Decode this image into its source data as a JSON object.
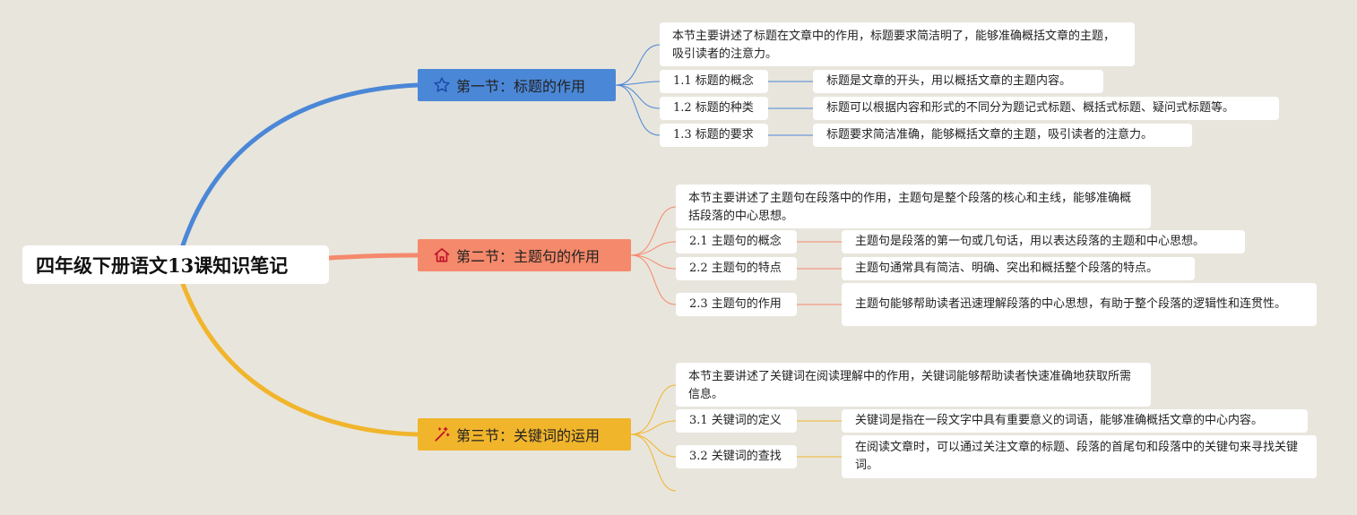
{
  "root": {
    "title": "四年级下册语文13课知识笔记"
  },
  "colors": {
    "background": "#e8e5dc",
    "section1": "#4b87d7",
    "section2": "#f5896b",
    "section3": "#f1b52c"
  },
  "sections": [
    {
      "title": "第一节：标题的作用",
      "icon": "star-icon",
      "summary": "本节主要讲述了标题在文章中的作用，标题要求简洁明了，能够准确概括文章的主题，吸引读者的注意力。",
      "subs": [
        {
          "label": "1.1 标题的概念",
          "detail": "标题是文章的开头，用以概括文章的主题内容。"
        },
        {
          "label": "1.2 标题的种类",
          "detail": "标题可以根据内容和形式的不同分为题记式标题、概括式标题、疑问式标题等。"
        },
        {
          "label": "1.3 标题的要求",
          "detail": "标题要求简洁准确，能够概括文章的主题，吸引读者的注意力。"
        }
      ]
    },
    {
      "title": "第二节：主题句的作用",
      "icon": "home-icon",
      "summary": "本节主要讲述了主题句在段落中的作用，主题句是整个段落的核心和主线，能够准确概括段落的中心思想。",
      "subs": [
        {
          "label": "2.1 主题句的概念",
          "detail": "主题句是段落的第一句或几句话，用以表达段落的主题和中心思想。"
        },
        {
          "label": "2.2 主题句的特点",
          "detail": "主题句通常具有简洁、明确、突出和概括整个段落的特点。"
        },
        {
          "label": "2.3 主题句的作用",
          "detail": "主题句能够帮助读者迅速理解段落的中心思想，有助于整个段落的逻辑性和连贯性。"
        }
      ]
    },
    {
      "title": "第三节：关键词的运用",
      "icon": "magic-wand-icon",
      "summary": "本节主要讲述了关键词在阅读理解中的作用，关键词能够帮助读者快速准确地获取所需信息。",
      "subs": [
        {
          "label": "3.1 关键词的定义",
          "detail": "关键词是指在一段文字中具有重要意义的词语，能够准确概括文章的中心内容。"
        },
        {
          "label": "3.2 关键词的查找",
          "detail": "在阅读文章时，可以通过关注文章的标题、段落的首尾句和段落中的关键句来寻找关键词。"
        }
      ]
    }
  ]
}
